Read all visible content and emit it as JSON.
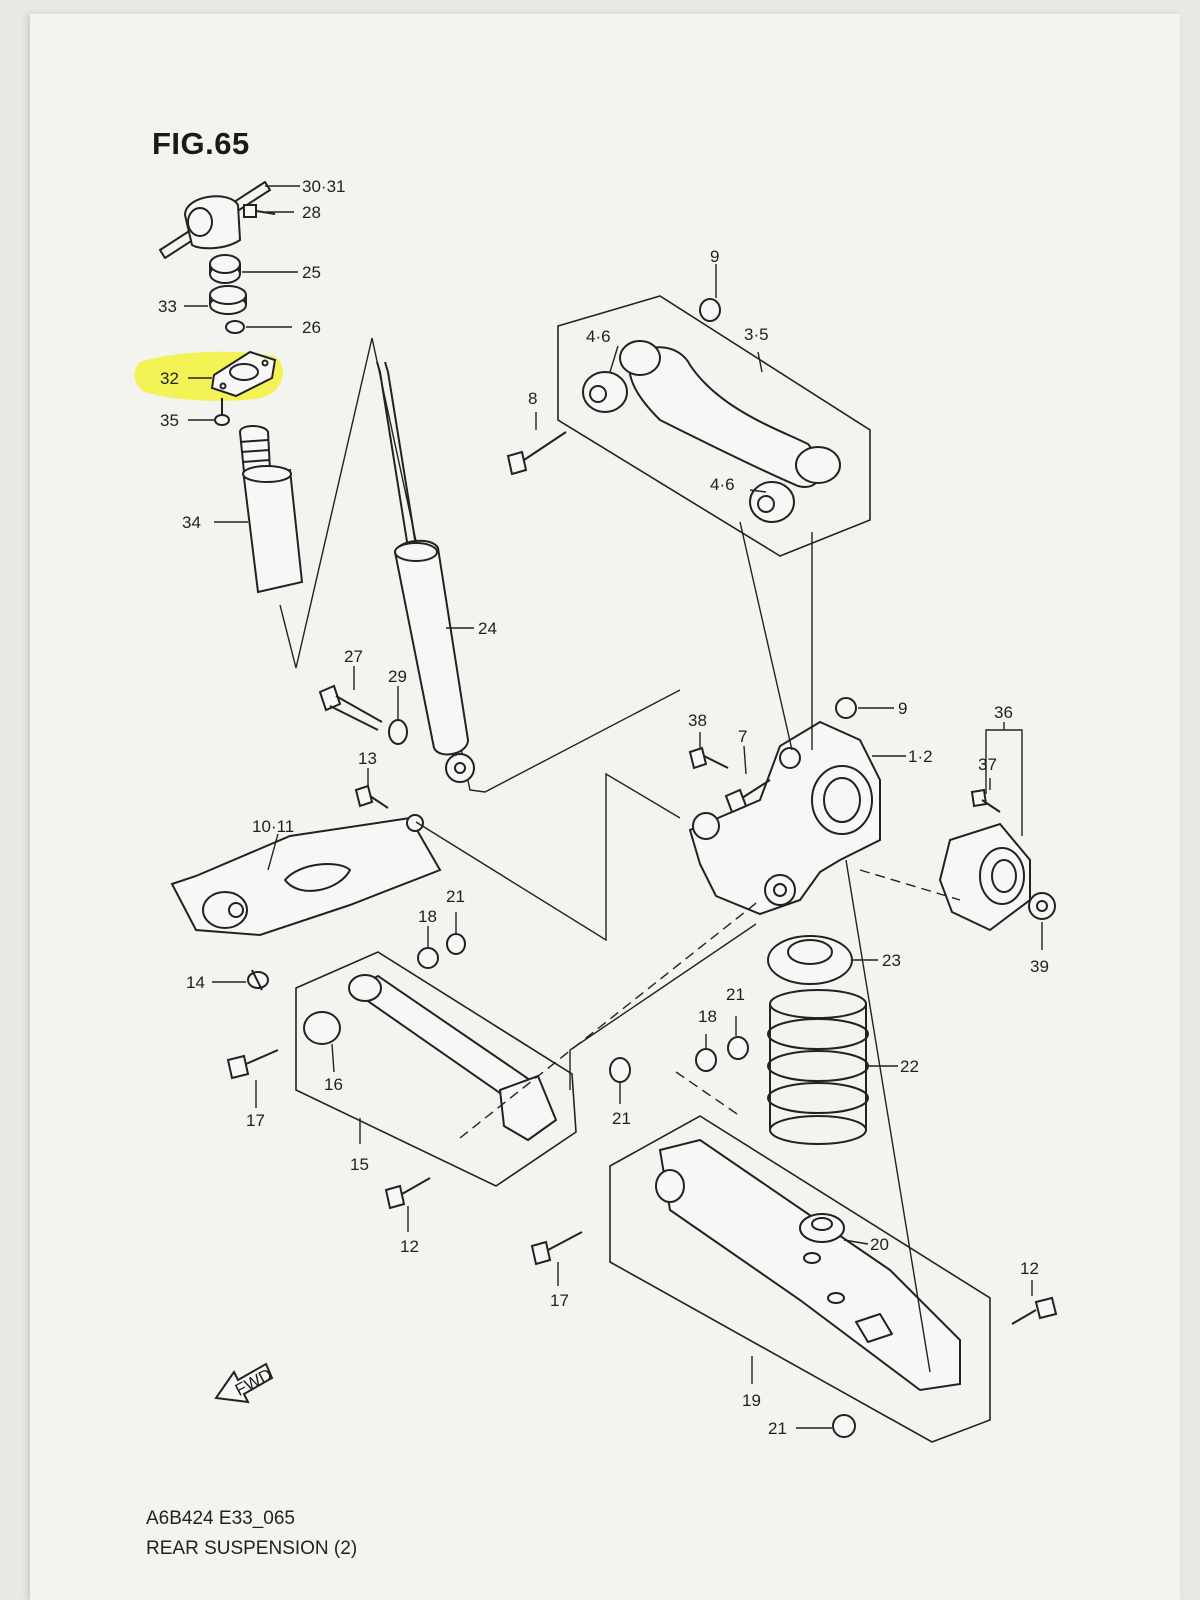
{
  "figure": {
    "title": "FIG.65"
  },
  "footer": {
    "code": "A6B424 E33_065",
    "name": "REAR SUSPENSION (2)"
  },
  "highlight": {
    "label": "32",
    "color": "#f2f23a"
  },
  "callouts": {
    "c30_31": "30·31",
    "c28": "28",
    "c25": "25",
    "c33": "33",
    "c26": "26",
    "c32": "32",
    "c35": "35",
    "c34": "34",
    "c24": "24",
    "c27": "27",
    "c29": "29",
    "c13": "13",
    "c10_11": "10·11",
    "c14": "14",
    "c17a": "17",
    "c16": "16",
    "c15": "15",
    "c12a": "12",
    "c18a": "18",
    "c21a": "21",
    "c21b": "21",
    "c9a": "9",
    "c4_6a": "4·6",
    "c3_5": "3·5",
    "c8": "8",
    "c4_6b": "4·6",
    "c38": "38",
    "c7": "7",
    "c9b": "9",
    "c1_2": "1·2",
    "c36": "36",
    "c37": "37",
    "c39": "39",
    "c23": "23",
    "c21c": "21",
    "c18b": "18",
    "c22": "22",
    "c20": "20",
    "c17b": "17",
    "c12b": "12",
    "c19": "19",
    "c21d": "21"
  },
  "fwd_label": "FWD"
}
